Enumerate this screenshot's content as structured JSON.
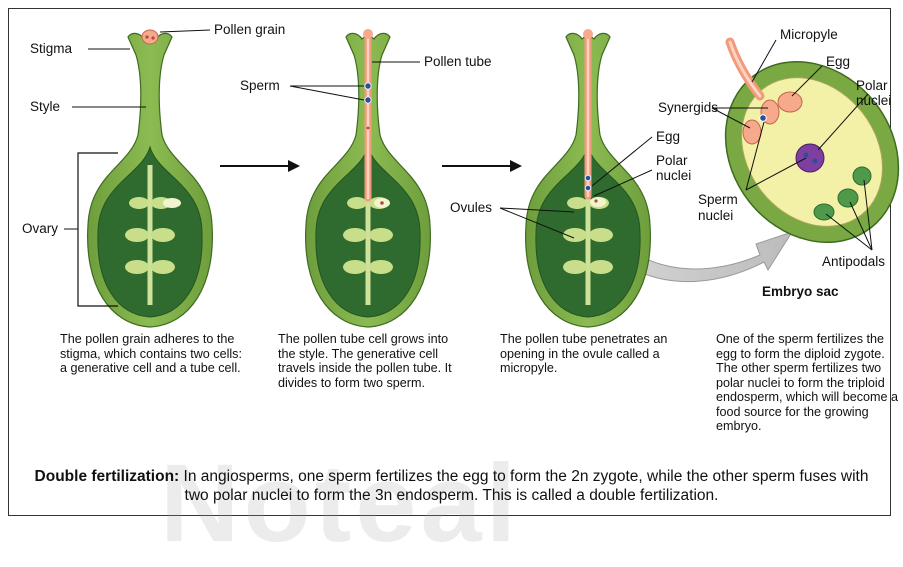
{
  "labels": {
    "pollen_grain": "Pollen grain",
    "stigma": "Stigma",
    "style": "Style",
    "ovary": "Ovary",
    "sperm": "Sperm",
    "pollen_tube": "Pollen tube",
    "ovules": "Ovules",
    "egg": "Egg",
    "polar": "Polar",
    "nuclei": "nuclei",
    "micropyle": "Micropyle",
    "synergids": "Synergids",
    "sperm_nuclei_1": "Sperm",
    "sperm_nuclei_2": "nuclei",
    "antipodals": "Antipodals",
    "embryo_sac": "Embryo sac"
  },
  "captions": {
    "step1": "The pollen grain adheres to the stigma, which contains two cells: a generative cell and a tube cell.",
    "step2": "The pollen tube cell grows into the style. The generative cell travels inside the pollen tube. It divides to form two sperm.",
    "step3": "The pollen tube penetrates an opening in the ovule called a micropyle.",
    "step4": "One of the sperm fertilizes the egg to form the diploid zygote. The other sperm fertilizes two polar nuclei to form the triploid endosperm, which will become a food source for the growing embryo."
  },
  "footer": {
    "term": "Double fertilization:",
    "text": " In angiosperms, one sperm fertilizes the egg to form the 2n zygote, while the other sperm fuses with two polar nuclei to form the 3n endosperm. This is called a double fertilization."
  },
  "watermark": "Noteal",
  "colors": {
    "pistil_outer": "#7aa843",
    "pistil_inner": "#2f6a2e",
    "ovule": "#c9de8a",
    "tube": "#f6a98b",
    "embryo_sac_fill": "#f3f1a8",
    "polar_nuclei": "#7e3fa0"
  }
}
